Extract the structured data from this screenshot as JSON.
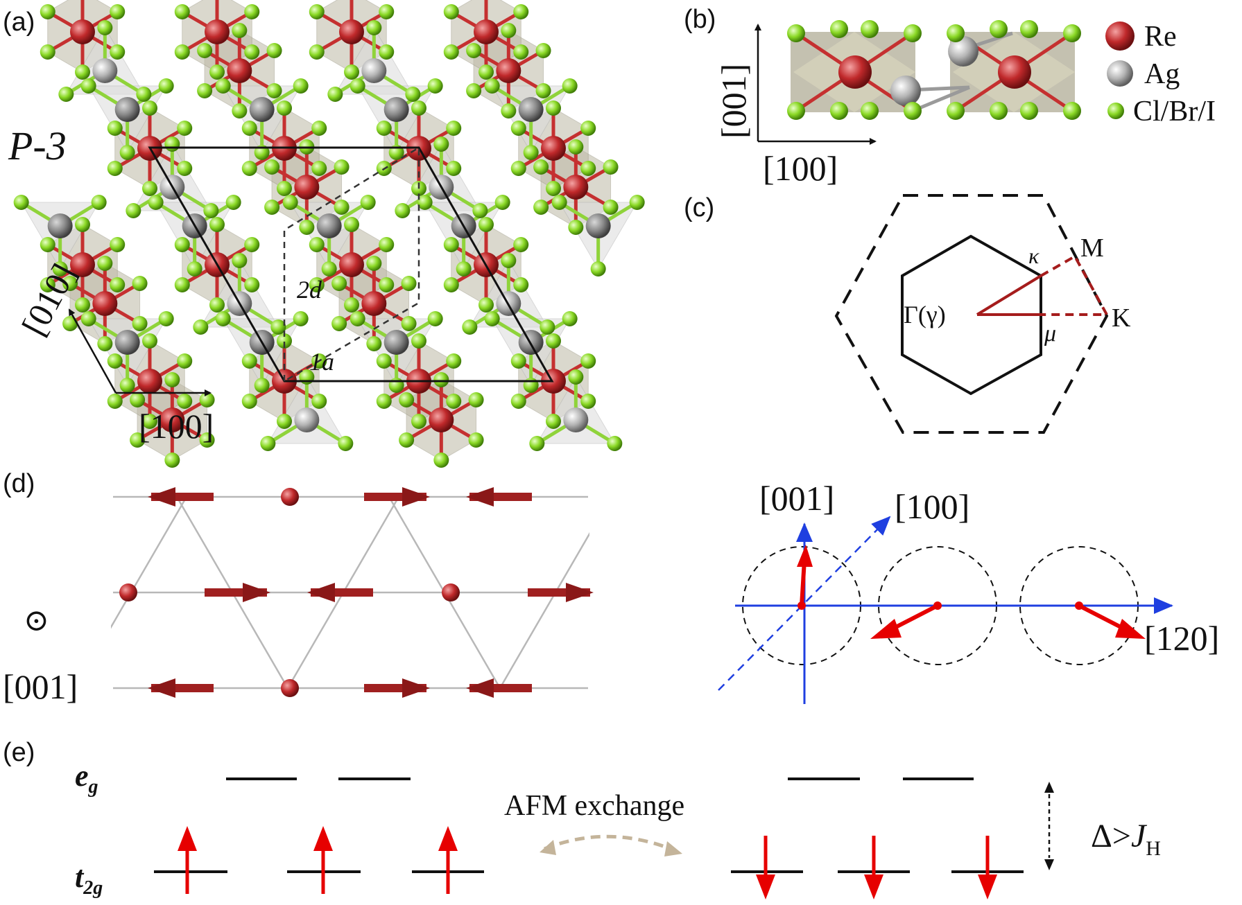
{
  "panels": {
    "a": {
      "label": "(a)",
      "space_group": "P-3",
      "site_2d": "2d",
      "site_1a": "1a",
      "axis_010": "[010]",
      "axis_100": "[100]"
    },
    "b": {
      "label": "(b)",
      "axis_001": "[001]",
      "axis_100": "[100]",
      "legend": [
        {
          "name": "Re",
          "color": "#c0292b"
        },
        {
          "name": "Ag",
          "color": "#a8a8a8"
        },
        {
          "name": "Cl/Br/I",
          "color": "#7ed321"
        }
      ]
    },
    "c": {
      "label": "(c)",
      "gamma": "Γ(γ)",
      "kappa": "κ",
      "M": "M",
      "mu": "μ",
      "K": "K"
    },
    "d": {
      "label": "(d)",
      "out_of_plane_symbol": "⊙",
      "axis_001_view": "[001]",
      "axis_001": "[001]",
      "axis_100": "[100]",
      "axis_120": "[120]"
    },
    "e": {
      "label": "(e)",
      "eg": "e",
      "eg_sub": "g",
      "t2g": "t",
      "t2g_sub": "2g",
      "afm_exchange": "AFM exchange",
      "delta": "Δ>",
      "JH": "J",
      "JH_sub": "H"
    }
  },
  "colors": {
    "re": "#c0292b",
    "ag": "#a8a8a8",
    "halide": "#7ed321",
    "spin_arrow": "#e60000",
    "axis_blue": "#1f3fe0",
    "bz_red": "#a51c1c"
  }
}
